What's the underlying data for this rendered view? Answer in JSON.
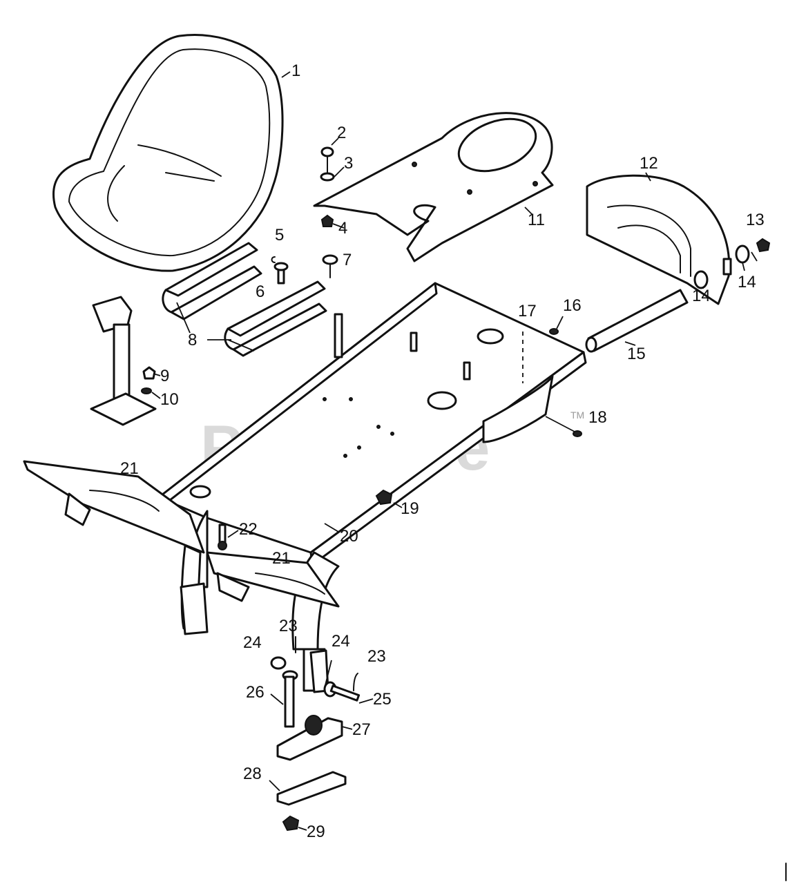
{
  "watermark": {
    "text": "PartsTree",
    "trademark": "TM"
  },
  "callouts": [
    "1",
    "2",
    "3",
    "4",
    "5",
    "6",
    "7",
    "8",
    "9",
    "10",
    "11",
    "12",
    "13",
    "14",
    "14",
    "15",
    "16",
    "17",
    "18",
    "19",
    "20",
    "21",
    "21",
    "22",
    "23",
    "23",
    "24",
    "24",
    "25",
    "26",
    "27",
    "28",
    "29"
  ]
}
